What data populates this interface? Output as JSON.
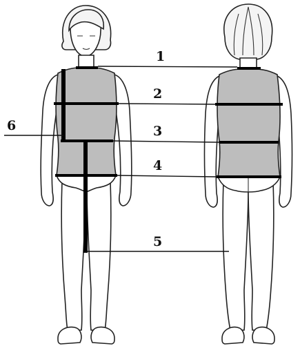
{
  "labels": [
    {
      "id": "1",
      "text": "1"
    },
    {
      "id": "2",
      "text": "2"
    },
    {
      "id": "3",
      "text": "3"
    },
    {
      "id": "4",
      "text": "4"
    },
    {
      "id": "5",
      "text": "5"
    },
    {
      "id": "6",
      "text": "6"
    }
  ],
  "colors": {
    "shirt": "#bdbdbd",
    "outline": "#222222",
    "measure_line": "#000000"
  }
}
